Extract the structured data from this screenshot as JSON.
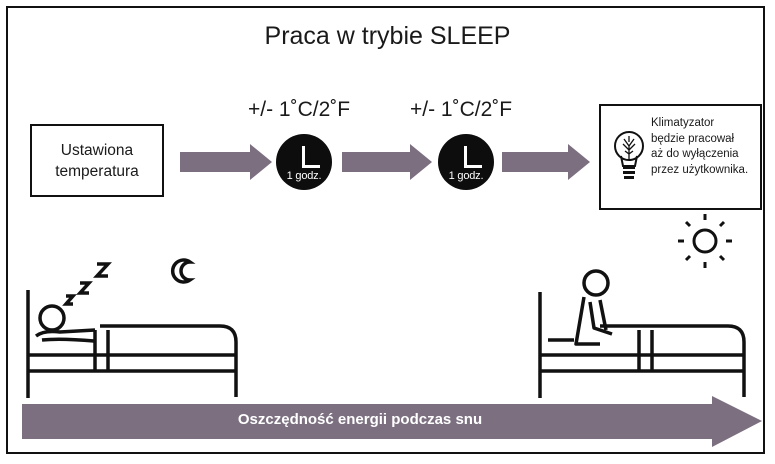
{
  "title": "Praca w trybie SLEEP",
  "set_temperature": {
    "line1": "Ustawiona",
    "line2": "temperatura"
  },
  "steps": [
    {
      "delta": "+/- 1˚C/2˚F",
      "clock_label": "1 godz."
    },
    {
      "delta": "+/- 1˚C/2˚F",
      "clock_label": "1 godz."
    }
  ],
  "info": {
    "line1": "Klimatyzator",
    "line2": "będzie pracował",
    "line3": "aż do wyłączenia",
    "line4": "przez użytkownika."
  },
  "energy_arrow_label": "Oszczędność energii podczas snu",
  "colors": {
    "arrow": "#7b6f80",
    "clock": "#0d0d0d",
    "frame": "#111111"
  },
  "icons": [
    "moon-icon",
    "sleeping-zzz-icon",
    "sun-icon",
    "light-bulb-icon",
    "clock-icon",
    "bed-icon",
    "person-icon"
  ]
}
